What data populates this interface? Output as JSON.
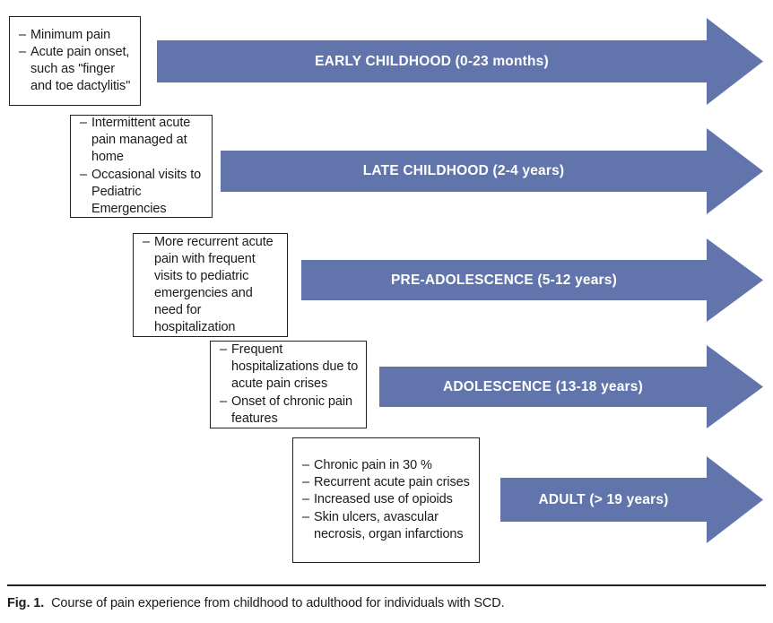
{
  "figure": {
    "caption_label": "Fig. 1.",
    "caption_text": "Course of pain experience from childhood to adulthood for individuals with SCD.",
    "arrow_color": "#6175ac",
    "arrow_label_color": "#ffffff",
    "box_border_color": "#231f20",
    "text_color": "#1b1b1b",
    "background_color": "#ffffff"
  },
  "stages": [
    {
      "id": "early-childhood",
      "arrow_label": "EARLY CHILDHOOD (0-23 months)",
      "bullets": [
        "Minimum pain",
        "Acute pain onset, such as \"finger and toe dactylitis\""
      ]
    },
    {
      "id": "late-childhood",
      "arrow_label": "LATE CHILDHOOD (2-4 years)",
      "bullets": [
        "Intermittent acute pain managed at home",
        "Occasional visits to Pediatric Emergencies"
      ]
    },
    {
      "id": "pre-adolescence",
      "arrow_label": "PRE-ADOLESCENCE (5-12 years)",
      "bullets": [
        "More recurrent acute pain with frequent visits to pediatric emergencies and need for hospitalization"
      ]
    },
    {
      "id": "adolescence",
      "arrow_label": "ADOLESCENCE (13-18 years)",
      "bullets": [
        "Frequent hospitalizations due to acute pain crises",
        "Onset of chronic pain features"
      ]
    },
    {
      "id": "adult",
      "arrow_label": "ADULT (> 19 years)",
      "bullets": [
        "Chronic pain in 30 %",
        "Recurrent acute pain crises",
        "Increased use of opioids",
        "Skin ulcers, avascular necrosis, organ infarctions"
      ]
    }
  ],
  "bullet_marker": "–"
}
